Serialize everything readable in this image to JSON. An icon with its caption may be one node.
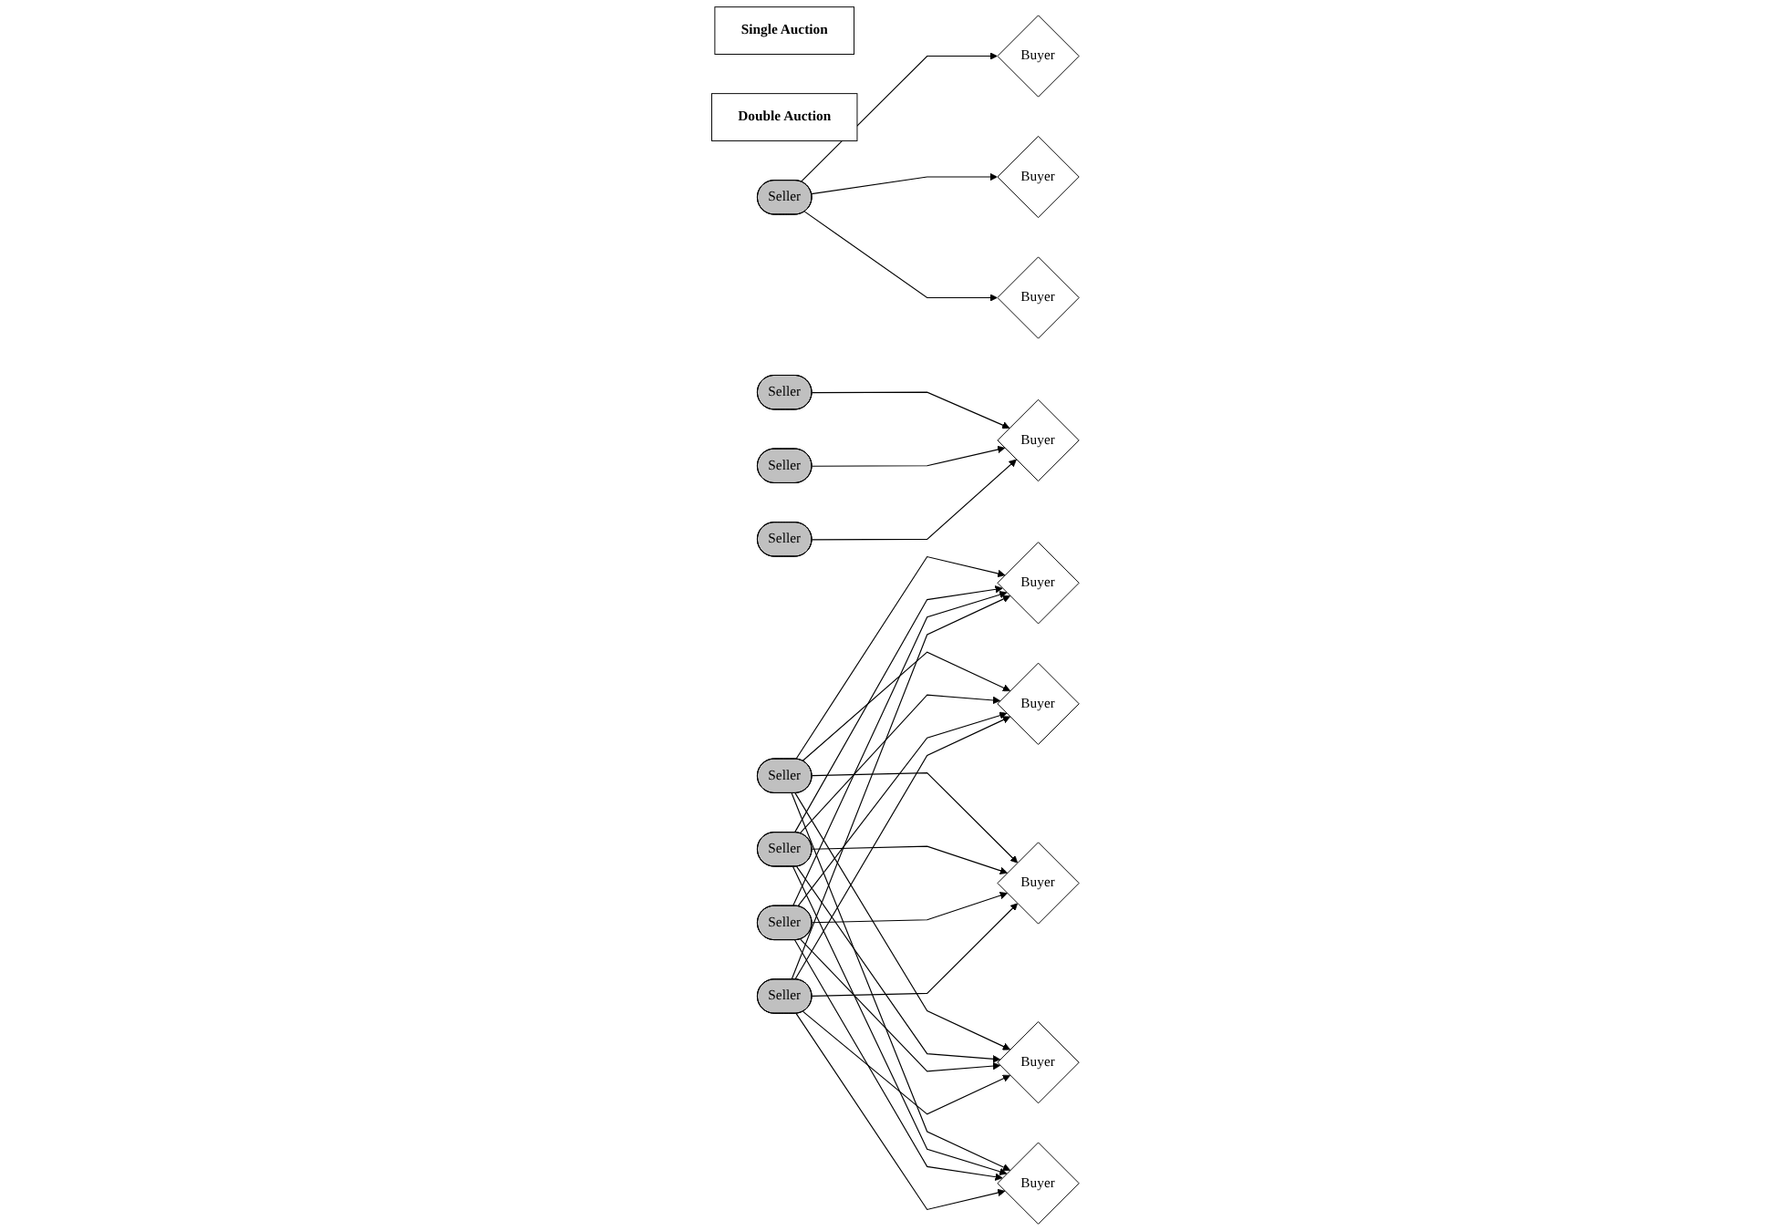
{
  "diagram": {
    "nodes": [
      {
        "text": [
          "Seller"
        ]
      },
      {
        "text": [
          "Buyer"
        ]
      },
      {
        "text": [
          "Buyer"
        ]
      },
      {
        "text": [
          "Buyer"
        ]
      },
      {
        "text": [
          "Seller"
        ]
      },
      {
        "text": [
          "Seller"
        ]
      },
      {
        "text": [
          "Seller"
        ]
      },
      {
        "text": [
          "Buyer"
        ]
      },
      {
        "text": [
          "Seller"
        ]
      },
      {
        "text": [
          "Seller"
        ]
      },
      {
        "text": [
          "Seller"
        ]
      },
      {
        "text": [
          "Seller"
        ]
      },
      {
        "text": [
          "Buyer"
        ]
      },
      {
        "text": [
          "Buyer"
        ]
      },
      {
        "text": [
          "Buyer"
        ]
      },
      {
        "text": [
          "Buyer"
        ]
      },
      {
        "text": [
          "Buyer"
        ]
      },
      {
        "text": [
          "Single Auction"
        ]
      },
      {
        "text": [
          "Double Auction"
        ]
      }
    ],
    "edges": [
      {
        "from": 0,
        "to": 1,
        "arrow": "to"
      },
      {
        "from": 0,
        "to": 2,
        "arrow": "to"
      },
      {
        "from": 0,
        "to": 3,
        "arrow": "to"
      },
      {
        "from": 4,
        "to": 7,
        "arrow": "to"
      },
      {
        "from": 5,
        "to": 7,
        "arrow": "to"
      },
      {
        "from": 6,
        "to": 7,
        "arrow": "to"
      },
      {
        "from": 8,
        "to": 12,
        "arrow": "to"
      },
      {
        "from": 8,
        "to": 13,
        "arrow": "to"
      },
      {
        "from": 8,
        "to": 14,
        "arrow": "to"
      },
      {
        "from": 8,
        "to": 15,
        "arrow": "to"
      },
      {
        "from": 8,
        "to": 16,
        "arrow": "to"
      },
      {
        "from": 9,
        "to": 12,
        "arrow": "to"
      },
      {
        "from": 9,
        "to": 13,
        "arrow": "to"
      },
      {
        "from": 9,
        "to": 14,
        "arrow": "to"
      },
      {
        "from": 9,
        "to": 15,
        "arrow": "to"
      },
      {
        "from": 9,
        "to": 16,
        "arrow": "to"
      },
      {
        "from": 10,
        "to": 12,
        "arrow": "to"
      },
      {
        "from": 10,
        "to": 13,
        "arrow": "to"
      },
      {
        "from": 10,
        "to": 14,
        "arrow": "to"
      },
      {
        "from": 10,
        "to": 15,
        "arrow": "to"
      },
      {
        "from": 10,
        "to": 16,
        "arrow": "to"
      },
      {
        "from": 11,
        "to": 12,
        "arrow": "to"
      },
      {
        "from": 11,
        "to": 13,
        "arrow": "to"
      },
      {
        "from": 11,
        "to": 14,
        "arrow": "to"
      },
      {
        "from": 11,
        "to": 15,
        "arrow": "to"
      },
      {
        "from": 11,
        "to": 16,
        "arrow": "to"
      }
    ]
  }
}
